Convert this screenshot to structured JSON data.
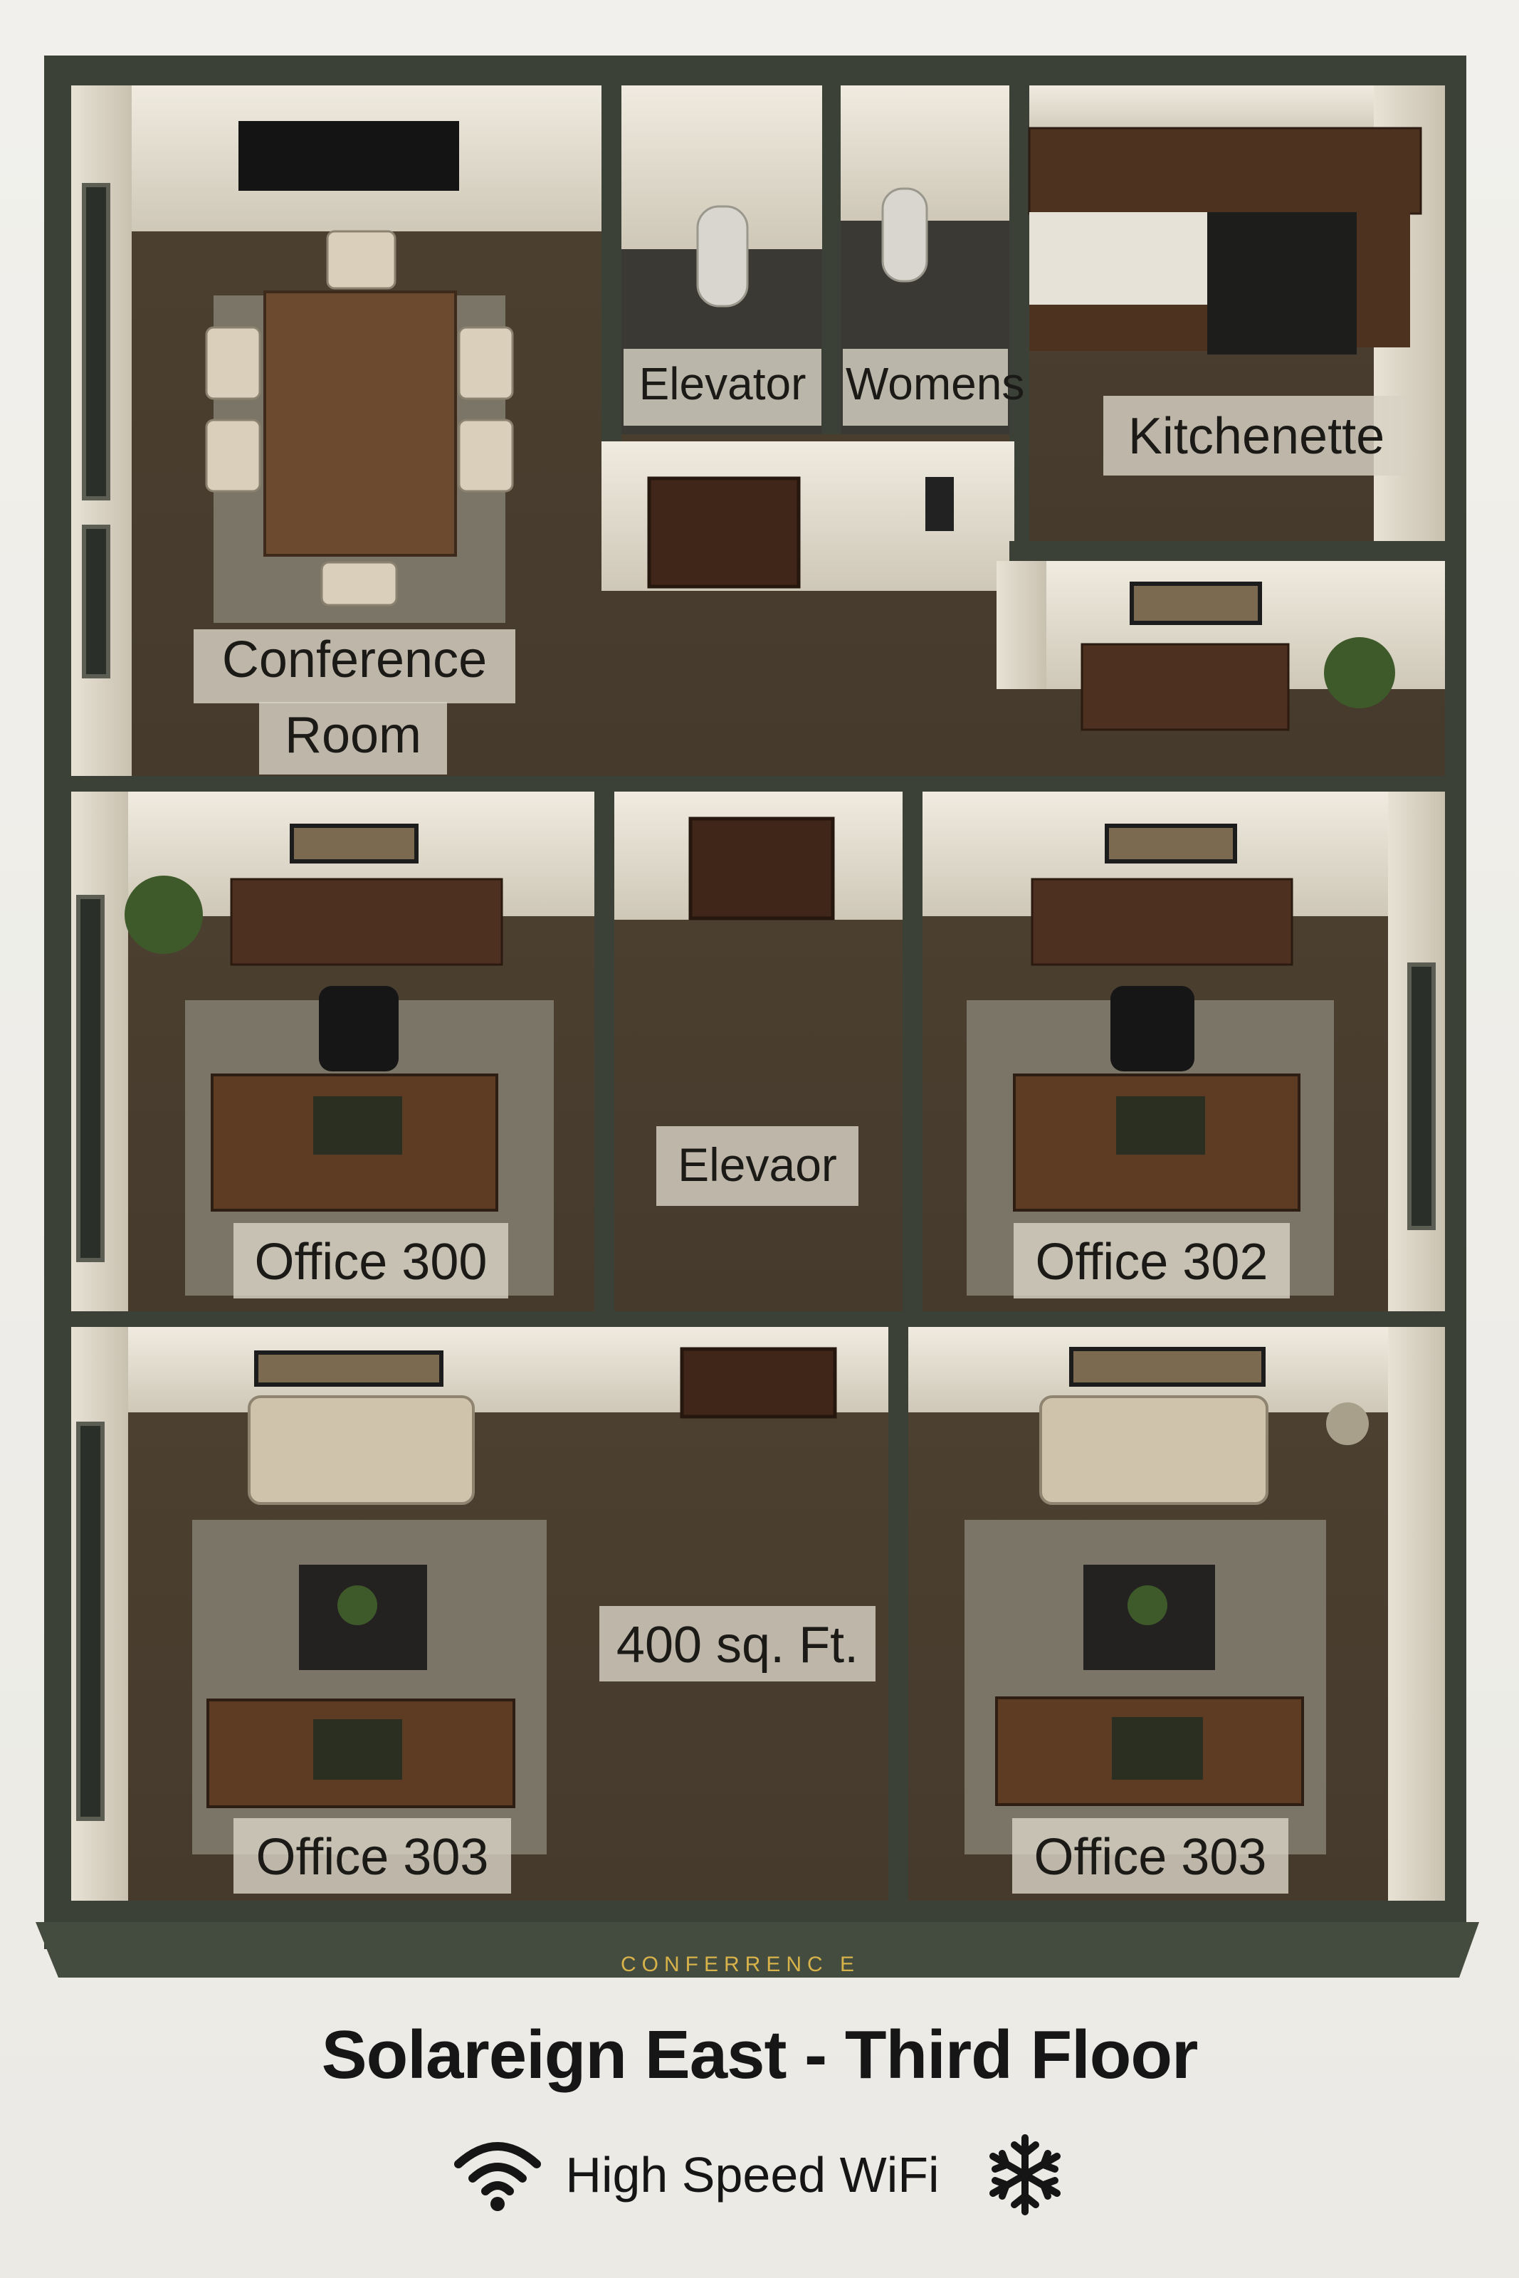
{
  "title": "Solareign East - Third Floor",
  "footer_band_text": "CONFERRENC E",
  "amenities": {
    "wifi_label": "High Speed WiFi",
    "icons": [
      "wifi-icon",
      "snowflake-icon"
    ]
  },
  "rooms": {
    "conference": {
      "line1": "Conference",
      "line2": "Room"
    },
    "elevator_top": "Elevator",
    "womens": "Womens",
    "kitchenette": "Kitchenette",
    "elevator_mid": "Elevaor",
    "office_300": "Office 300",
    "office_302": "Office 302",
    "office_303_left": "Office 303",
    "office_303_right": "Office 303",
    "area": "400 sq. Ft."
  },
  "colors": {
    "outer_wall": "#3b4136",
    "floor": "#4a3e2f",
    "inner_wall": "#e6e1d4",
    "wood": "#5b3a24",
    "rug": "#7a7566",
    "accent_text": "#d8b34a"
  }
}
